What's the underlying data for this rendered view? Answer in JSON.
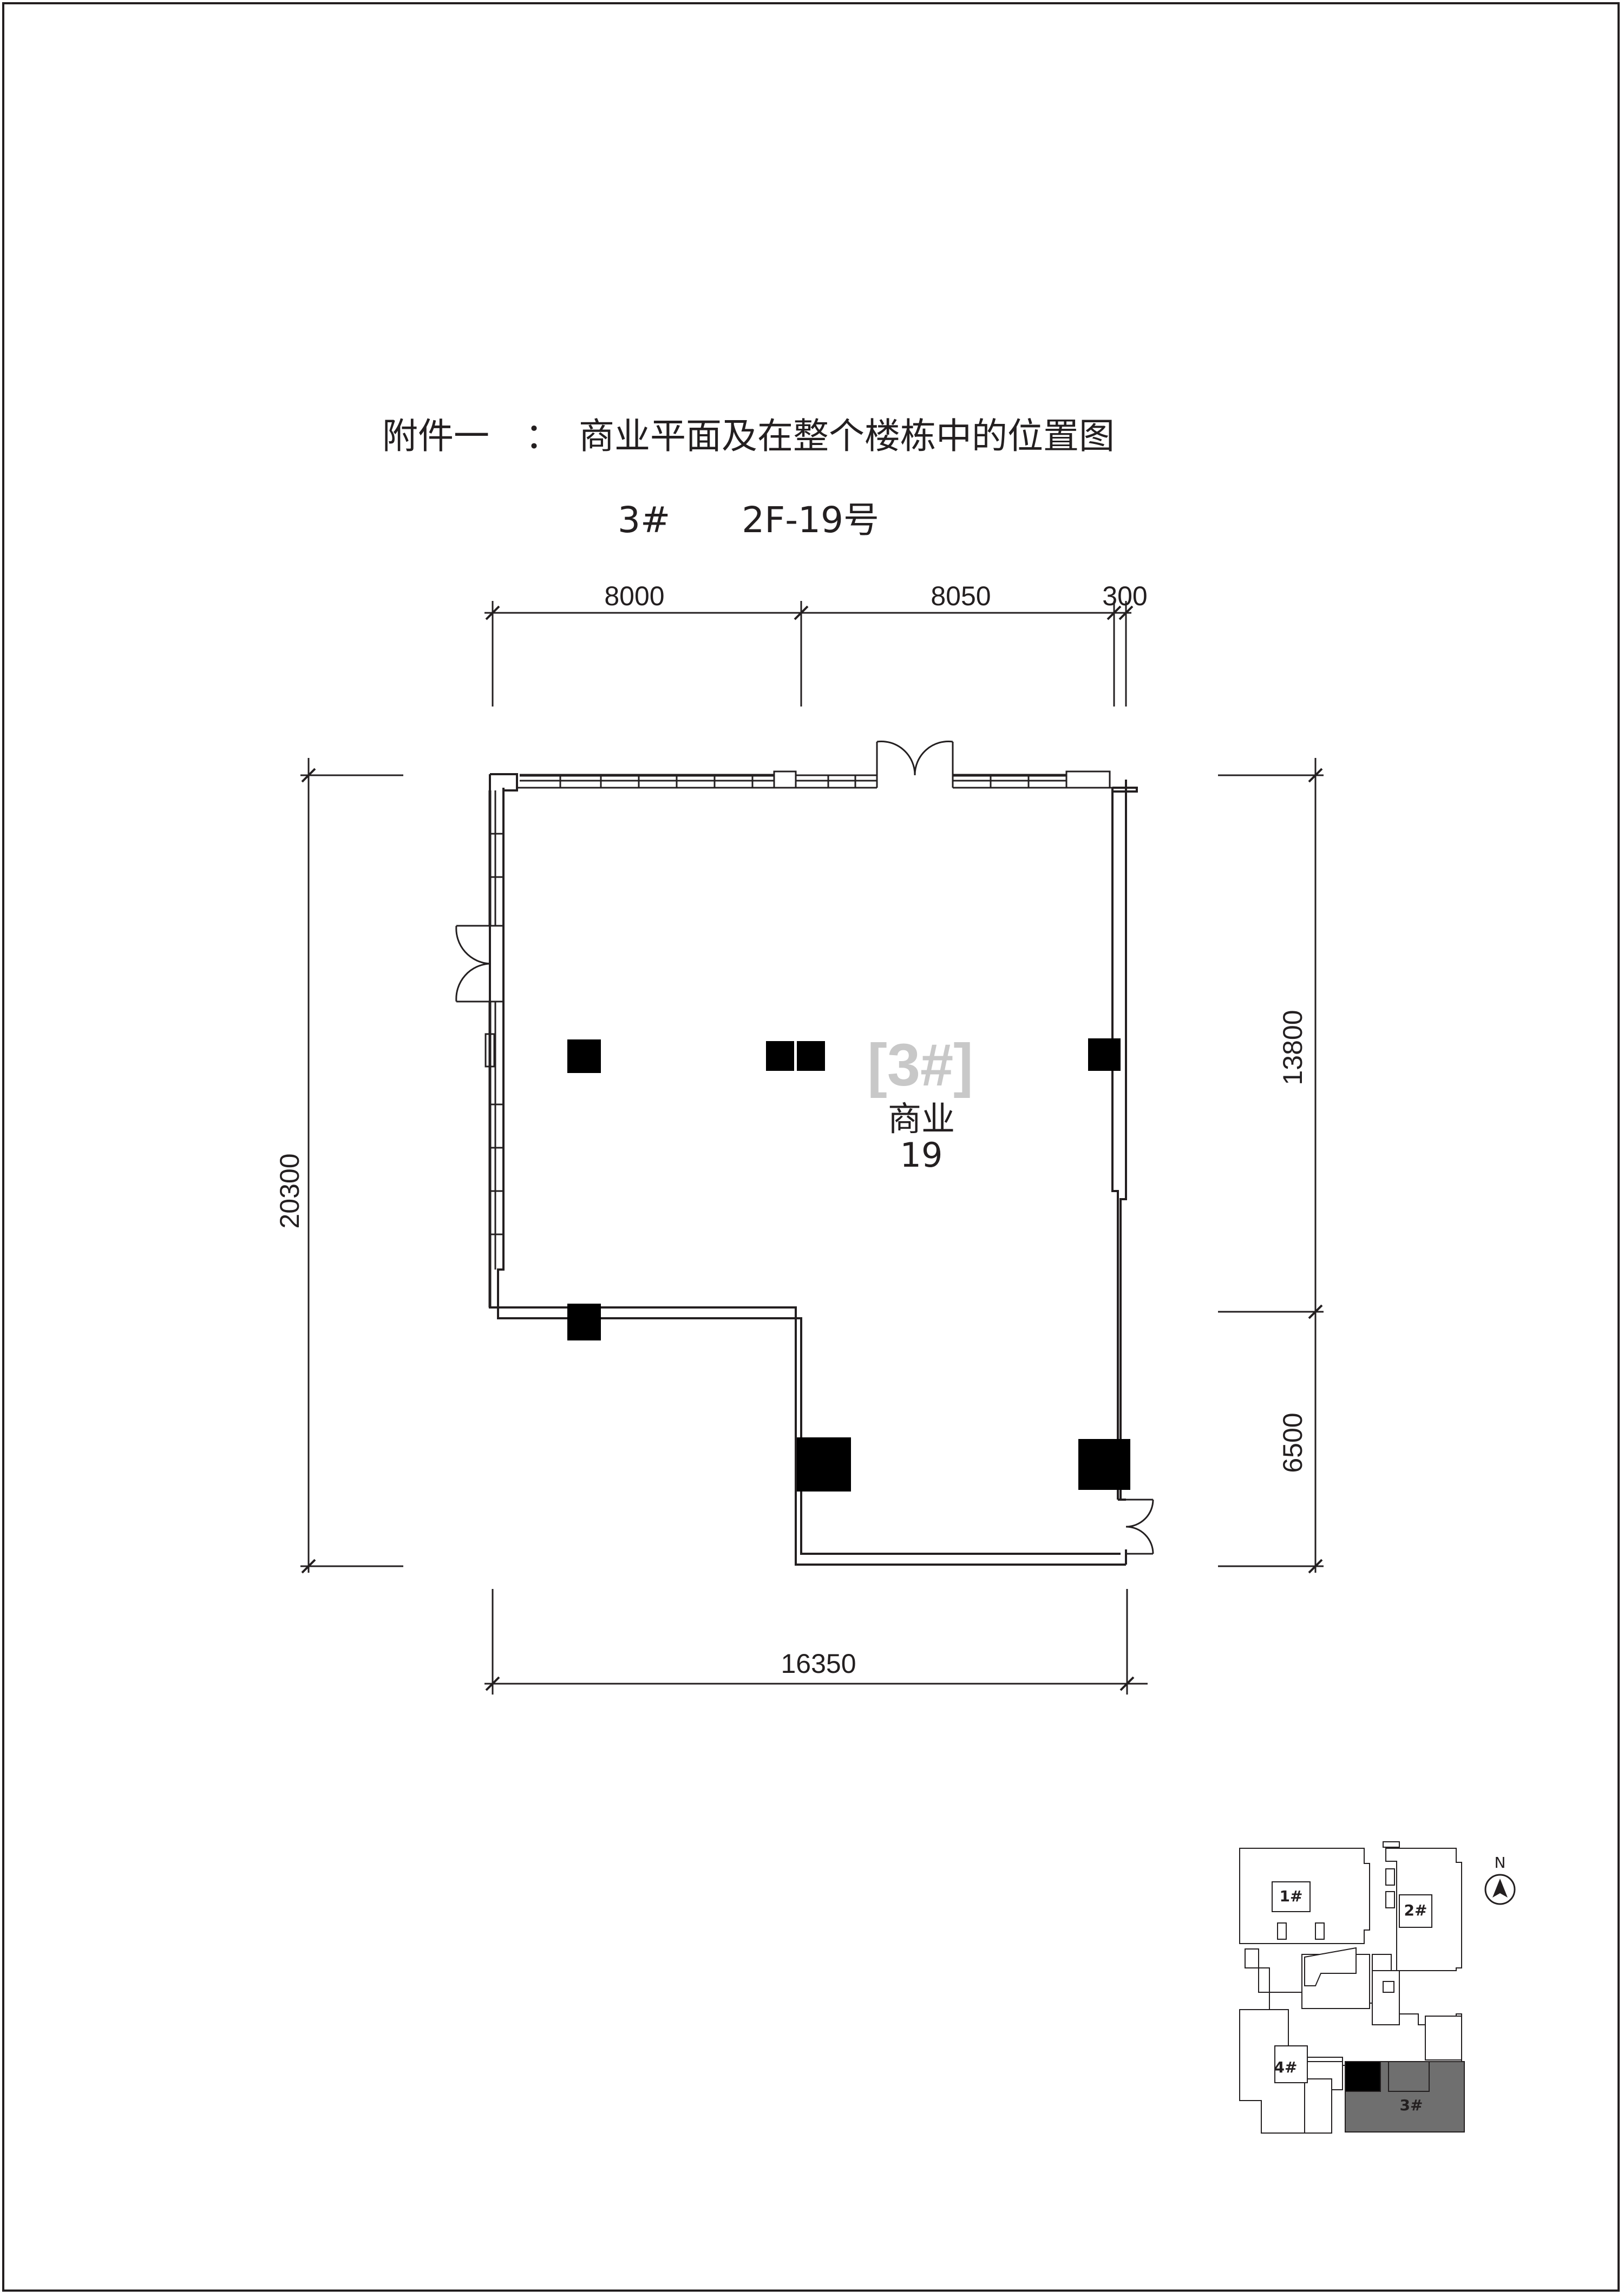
{
  "title": "附件一　：　商业平面及在整个楼栋中的位置图",
  "subtitle": "3#　　2F-19号",
  "dimensions": {
    "top": [
      "8000",
      "8050",
      "300"
    ],
    "bottom": "16350",
    "left": "20300",
    "right": [
      "13800",
      "6500"
    ]
  },
  "room": {
    "tag": "[3#]",
    "name": "商业",
    "number": "19"
  },
  "key_plan": {
    "buildings": [
      "1#",
      "2#",
      "4#",
      "3#"
    ],
    "north": "N",
    "highlight_color": "#6f6f6f"
  },
  "colors": {
    "line": "#231f20",
    "column": "#000000",
    "tag": "#c8c8c8"
  }
}
